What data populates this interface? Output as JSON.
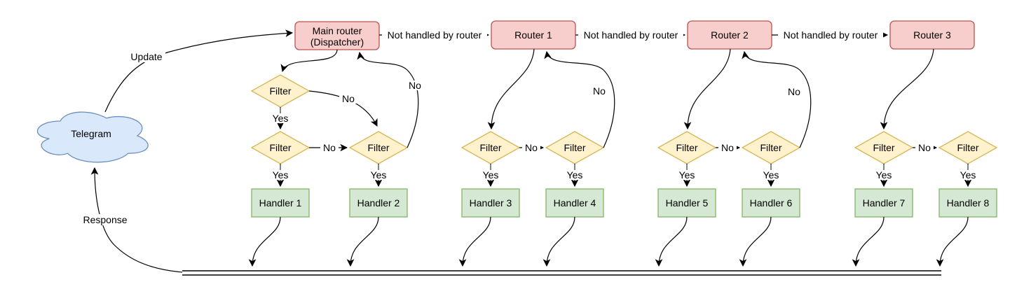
{
  "diagram": {
    "cloud": {
      "label": "Telegram"
    },
    "edge_labels": {
      "update": "Update",
      "response": "Response",
      "not_handled": "Not handled by router",
      "yes": "Yes",
      "no": "No"
    },
    "nodes": {
      "main_router": {
        "line1": "Main router",
        "line2": "(Dispatcher)"
      },
      "routers": [
        "Router 1",
        "Router 2",
        "Router 3"
      ],
      "filter": "Filter",
      "handlers": [
        "Handler 1",
        "Handler 2",
        "Handler 3",
        "Handler 4",
        "Handler 5",
        "Handler 6",
        "Handler 7",
        "Handler 8"
      ]
    },
    "colors": {
      "router_fill": "#f8cecc",
      "router_stroke": "#b85450",
      "filter_fill": "#fff2cc",
      "filter_stroke": "#d6b656",
      "handler_fill": "#d5e8d4",
      "handler_stroke": "#82b366",
      "cloud_fill": "#dae8fc",
      "cloud_stroke": "#6c8ebf",
      "edge_color": "#000000"
    }
  }
}
